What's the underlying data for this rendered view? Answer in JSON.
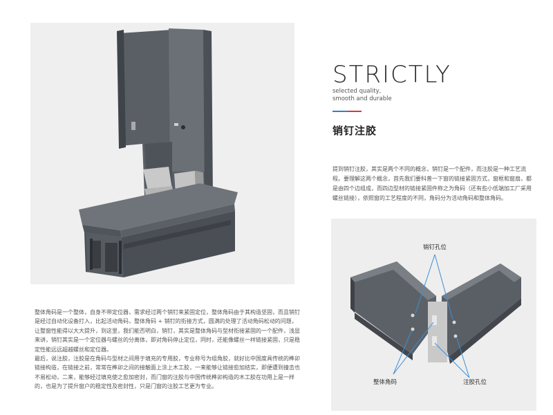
{
  "heading": "STRICTLY",
  "subheading": [
    "selected quality,",
    "smooth and durable"
  ],
  "accent_colors": {
    "blue": "#2f7fd0",
    "red": "#d43838"
  },
  "title_cn": "销钉注胶",
  "intro": "提到销钉注胶，其实是两个不同的概念，销钉是一个配件，而注胶是一种工艺流程。要理解这两个概念，首先我们要科普一下窗的链接紧固方式，窗框和窗扇，都是由四个边组成，而四边型材的链接紧固件称之为角码（还有些小低端加工厂采用螺丝链接），依照窗的工艺程度的不同，角码分为活动角码和整体角码。",
  "diagram": {
    "label_top": "销钉孔位",
    "label_left": "整体角码",
    "label_right": "注胶孔位"
  },
  "body": [
    "整体角码是一个整体，自身不带定位器，需求经过两个销钉来紧固定位，整体角码由于其构造坚固，而且销钉是经过自动化设备打入，比起活动角码，整体角码 + 销钉的衔接方式，圆满的处理了活动角码松动的问题，让整窗性能得以大大提升，到这里，我们能否明白，销钉，其实是整体角码与型材衔接紧固的一个配件，浅显来讲，销钉其实是一个定位器与螺丝的分离体，即对角码停止定位，同时，还能像螺丝一样链接紧固，只是稳定性能远远超越螺丝和定位器。",
    "最后，说注胶，注胶是在角码与型材之间用于填充的专用胶，专业称号为组角胶，就好比中国度具传统的榫卯链接构造，在链接之前，常常在榫卯之间的接触面上涂上木工胶，一来能够让链接愈加结实，即便遭到撞击也不易松动，二来，能够经过填充使之愈加密封，而门窗的注胶与中国传统榫卯构造的木工胶在功用上是一样的，也是为了提升窗户的稳定性及密封性，只是门窗的注胶工艺更为专业。"
  ]
}
